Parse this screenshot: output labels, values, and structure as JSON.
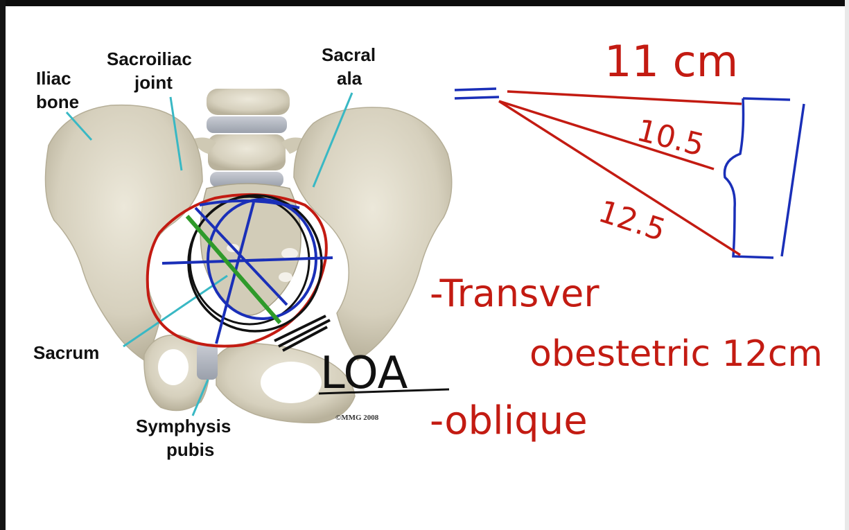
{
  "anatomy_labels": {
    "iliac_1": "Iliac",
    "iliac_2": "bone",
    "sacroiliac_1": "Sacroiliac",
    "sacroiliac_2": "joint",
    "sacral_1": "Sacral",
    "sacral_2": "ala",
    "sacrum": "Sacrum",
    "symphysis_1": "Symphysis",
    "symphysis_2": "pubis"
  },
  "copyright": "©MMG 2008",
  "annotations": {
    "measure_top": "11 cm",
    "measure_mid": "10.5",
    "measure_low": "12.5",
    "position": "LOA",
    "transverse": "-Transver",
    "obstetric": "obestetric 12cm",
    "oblique": "-oblique"
  },
  "colors": {
    "ink_red": "#c31b12",
    "ink_blue": "#1a2fb8",
    "ink_green": "#2f9a2a",
    "ink_black": "#111111",
    "leader": "#39b8c4",
    "bone": "#d9d4c3"
  }
}
